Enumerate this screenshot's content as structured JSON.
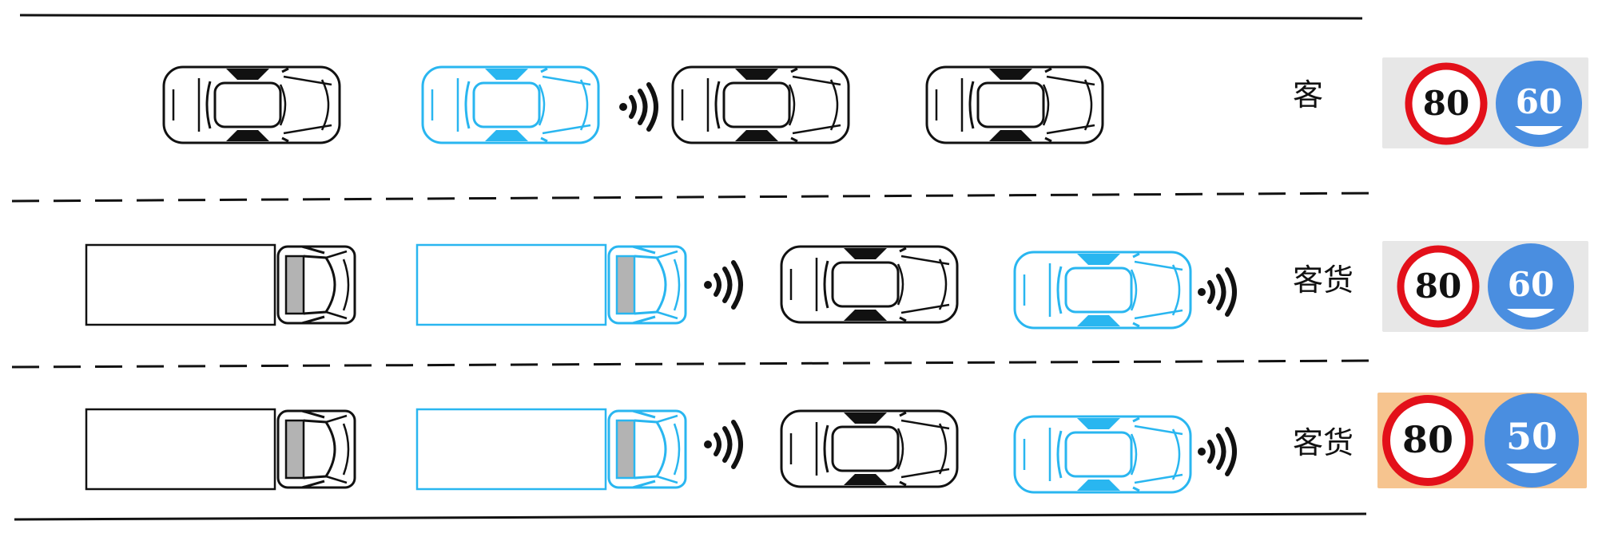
{
  "lanes": [
    {
      "label": "客",
      "panel_color": "#e7e7e7",
      "max_speed": "80",
      "min_speed": "60"
    },
    {
      "label": "客货",
      "panel_color": "#e7e7e7",
      "max_speed": "80",
      "min_speed": "60"
    },
    {
      "label": "客货",
      "panel_color": "#f6c48f",
      "max_speed": "80",
      "min_speed": "50"
    }
  ],
  "colors": {
    "road_line": "#111111",
    "connected_vehicle": "#29b6f0",
    "regular_vehicle": "#111111",
    "max_sign_ring": "#e3101a",
    "min_sign_fill": "#4a8ee0",
    "signal_icon": "#111111"
  },
  "icons": {
    "connected_vehicle": "connected-vehicle-icon",
    "regular_vehicle": "regular-vehicle-icon",
    "signal": "wireless-signal-icon"
  }
}
